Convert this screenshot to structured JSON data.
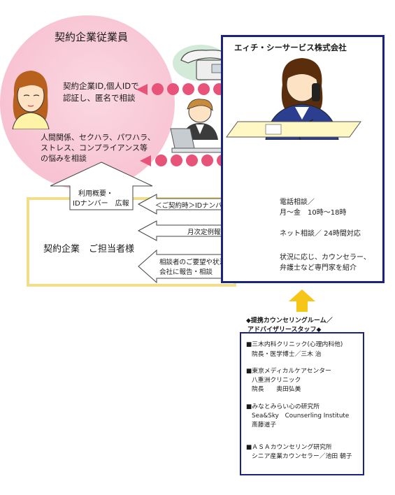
{
  "employee": {
    "title": "契約企業従業員",
    "line1": "契約企業ID,個人IDで",
    "line2": "認証し、匿名で相談",
    "issues1": "人間関係、セクハラ、パワハラ、",
    "issues2": "ストレス、コンプライアンス等",
    "issues3": "の悩みを相談"
  },
  "client": {
    "label": "契約企業　ご担当者様",
    "up_arrow_line1": "利用概要・",
    "up_arrow_line2": "IDナンバー　広報"
  },
  "company": {
    "name": "エィチ・シーサービス株式会社",
    "phone_line1": "電話相談／",
    "phone_line2": "月～金　10時～18時",
    "net": "ネット相談／ 24時間対応",
    "expert_line1": "状況に応じ、カウンセラー、",
    "expert_line2": "弁護士など専門家を紹介"
  },
  "arrows": {
    "id_number": "＜ご契約時＞IDナンバー　付与",
    "monthly": "月次定例報告",
    "report_line1": "相談者のご要望や状況に応じ、",
    "report_line2": "会社に報告・相談"
  },
  "partners": {
    "heading1": "◆提携カウンセリングルーム／",
    "heading2": "アドバイザリースタッフ◆",
    "p1_name": "■三木内科クリニック(心理内科他)",
    "p1_person": "院長・医学博士／三木 治",
    "p2_name": "■東京メディカルケアセンター",
    "p2_sub": "八重洲クリニック",
    "p2_person": "院長　　奥田弘美",
    "p3_name": "■みなとみらい心の研究所",
    "p3_sub": "Sea&Sky　Counserling Institute",
    "p3_person": "斎藤道子",
    "p4_name": "■ＡＳＡカウンセリング研究所",
    "p4_person": "シニア産業カウンセラー／池田 朝子"
  },
  "colors": {
    "pink": "#f7c1d1",
    "navy": "#1a237e",
    "yellow": "#f2dd8a",
    "dots": "#e8537a",
    "orange_arrow": "#f5c518"
  },
  "icons": [
    "woman-avatar-icon",
    "telephone-icon",
    "man-laptop-icon",
    "operator-woman-icon"
  ]
}
